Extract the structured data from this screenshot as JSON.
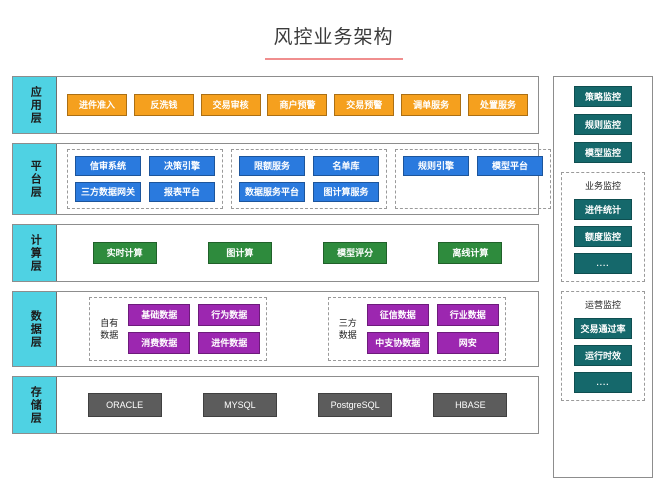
{
  "title": "风控业务架构",
  "accent_colors": {
    "title_rule": "#f08e8e",
    "layer_label": "#4fd2e3",
    "application": "#f5a01e",
    "platform": "#2a7ade",
    "compute": "#2e8b3d",
    "data": "#9c27b0",
    "storage": "#5c5c5c",
    "monitoring": "#15686b"
  },
  "layers": [
    {
      "label": "应用层",
      "nodes": [
        "进件准入",
        "反洗钱",
        "交易审核",
        "商户预警",
        "交易预警",
        "调单服务",
        "处置服务"
      ]
    },
    {
      "label": "平台层",
      "groups": [
        {
          "rows": [
            [
              "信审系统",
              "决策引擎"
            ],
            [
              "三方数据网关",
              "报表平台"
            ]
          ]
        },
        {
          "rows": [
            [
              "限额服务",
              "名单库"
            ],
            [
              "数据服务平台",
              "图计算服务"
            ]
          ]
        },
        {
          "rows": [
            [
              "规则引擎",
              "模型平台"
            ],
            [
              "",
              ""
            ]
          ]
        }
      ]
    },
    {
      "label": "计算层",
      "nodes": [
        "实时计算",
        "图计算",
        "模型评分",
        "离线计算"
      ]
    },
    {
      "label": "数据层",
      "groups": [
        {
          "label": "自有数据",
          "rows": [
            [
              "基础数据",
              "行为数据"
            ],
            [
              "消费数据",
              "进件数据"
            ]
          ]
        },
        {
          "label": "三方数据",
          "rows": [
            [
              "征信数据",
              "行业数据"
            ],
            [
              "中支协数据",
              "网安"
            ]
          ]
        }
      ]
    },
    {
      "label": "存储层",
      "nodes": [
        "ORACLE",
        "MYSQL",
        "PostgreSQL",
        "HBASE"
      ]
    }
  ],
  "monitoring_panel": {
    "top_nodes": [
      "策略监控",
      "规则监控",
      "模型监控"
    ],
    "groups": [
      {
        "title": "业务监控",
        "nodes": [
          "进件统计",
          "额度监控",
          "...."
        ]
      },
      {
        "title": "运营监控",
        "nodes": [
          "交易通过率",
          "运行时效",
          "...."
        ]
      }
    ]
  }
}
